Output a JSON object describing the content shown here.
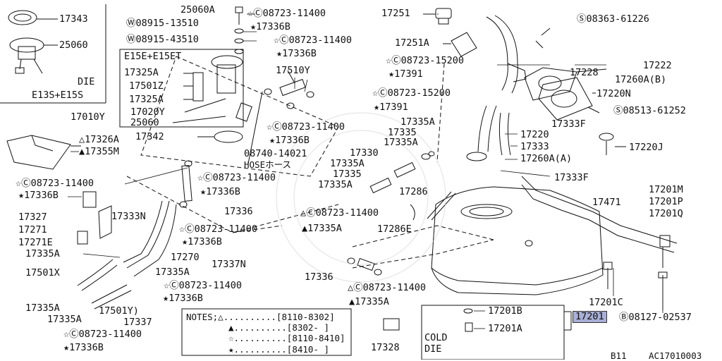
{
  "inset_top_left": {
    "p1": "17343",
    "p2": "25060",
    "note1": "DIE",
    "note2": "E13S+E15S"
  },
  "pump_box": {
    "title": "E15E+E15ET",
    "p1": "17325A",
    "p2": "17501Z",
    "p3": "17325A",
    "p4": "17020Y",
    "p5": "25060"
  },
  "labels": {
    "l17010Y": "17010Y",
    "l25060A": "25060A",
    "w1": "08915-13510",
    "w2": "08915-43510",
    "c1": "08723-11400",
    "s1": "17336B",
    "c2": "08723-11400",
    "s2": "17336B",
    "l17510Y": "17510Y",
    "c3": "08723-11400",
    "s3": "17336B",
    "l17342": "17342",
    "l08740": "08740-14021",
    "hose": "HOSEホース",
    "t17326A": "17326A",
    "t17355M": "17355M",
    "c4": "08723-11400",
    "s4": "17336B",
    "c5": "08723-11400",
    "s5": "17336B",
    "l17327": "17327",
    "l17333N": "17333N",
    "l17271": "17271",
    "l17336a": "17336",
    "l17271E": "17271E",
    "c6": "08723-11400",
    "s6": "17336B",
    "l17335A_1": "17335A",
    "l17270": "17270",
    "l17337N": "17337N",
    "l17501X": "17501X",
    "l17335A_2": "17335A",
    "c7": "08723-11400",
    "s7": "17336B",
    "l17335A_3": "17335A",
    "l17335A_4": "17335A",
    "l17501Y": "17501Y",
    "l17337": "17337",
    "c8": "08723-11400",
    "s8": "17336B",
    "l17251": "17251",
    "l17251A": "17251A",
    "c9": "08723-15200",
    "s9": "17391",
    "c10": "08723-15200",
    "s10": "17391",
    "sc1": "08363-61226",
    "l17222": "17222",
    "l17228": "17228",
    "l17260A_B": "17260A(B)",
    "l17220N": "17220N",
    "sc2": "08513-61252",
    "l17333F_1": "17333F",
    "l17335A_5": "17335A",
    "l17335": "17335",
    "l17335A_6": "17335A",
    "l17330": "17330",
    "l17335A_7": "17335A",
    "l17335b": "17335",
    "l17335A_8": "17335A",
    "l17220": "17220",
    "l17333": "17333",
    "l17260A_A": "17260A(A)",
    "l17220J": "17220J",
    "l17333F_2": "17333F",
    "l17286": "17286",
    "c11": "08723-11400",
    "t11": "17335A",
    "l17286E": "17286E",
    "l17471": "17471",
    "l17201M": "17201M",
    "l17201P": "17201P",
    "l17201Q": "17201Q",
    "l17336b": "17336",
    "c12": "08723-11400",
    "t12": "17335A",
    "l17201C": "17201C",
    "l17201B": "17201B",
    "l17201": "17201",
    "b1": "08127-02537",
    "l17201A": "17201A",
    "cold": "COLD",
    "die": "DIE",
    "l17328": "17328",
    "b11": "B11",
    "code": "AC17010003"
  },
  "notes": {
    "title": "NOTES;",
    "rows": [
      {
        "sym": "△",
        "dots": "..........",
        "val": "[8110-8302]"
      },
      {
        "sym": "▲",
        "dots": "..........",
        "val": "[8302-    ]"
      },
      {
        "sym": "☆",
        "dots": "..........",
        "val": "[8110-8410]"
      },
      {
        "sym": "★",
        "dots": "..........",
        "val": "[8410-    ]"
      }
    ]
  },
  "colors": {
    "ink": "#111111",
    "highlight": "#a9afd6"
  }
}
